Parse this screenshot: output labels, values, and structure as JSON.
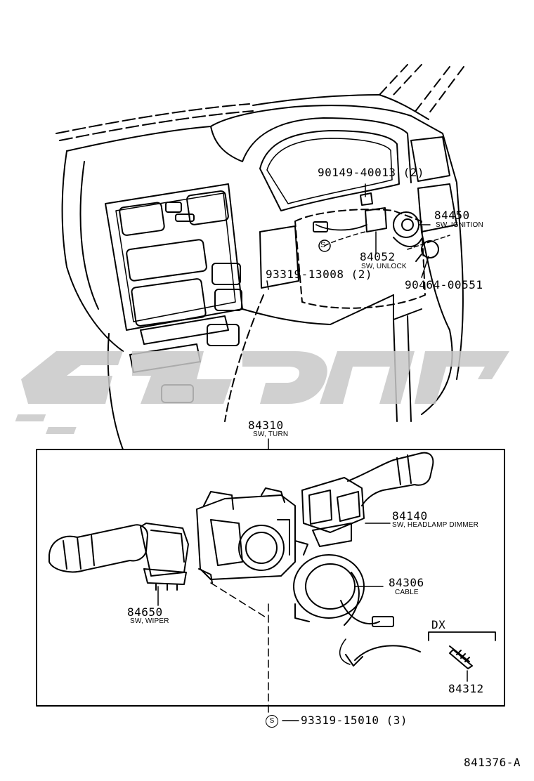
{
  "parts": {
    "screw_top": "90149-40013 (2)",
    "ignition_no": "84450",
    "ignition_name": "SW, IGNITION",
    "unlock_no": "84052",
    "unlock_name": "SW, UNLOCK",
    "screw_mid": "93319-13008 (2)",
    "screw_right": "90464-00551",
    "s_mark": "S",
    "turn_no": "84310",
    "turn_name": "SW, TURN",
    "dimmer_no": "84140",
    "dimmer_name": "SW, HEADLAMP DIMMER",
    "cable_no": "84306",
    "cable_name": "CABLE",
    "wiper_no": "84650",
    "wiper_name": "SW, WIPER",
    "dx_label": "DX",
    "pin_no": "84312",
    "screw_bottom": "93319-15010 (3)",
    "s_mark_bottom": "S"
  },
  "figure_id": "841376-A",
  "colors": {
    "line": "#000000",
    "watermark": "#c8c8c8"
  }
}
